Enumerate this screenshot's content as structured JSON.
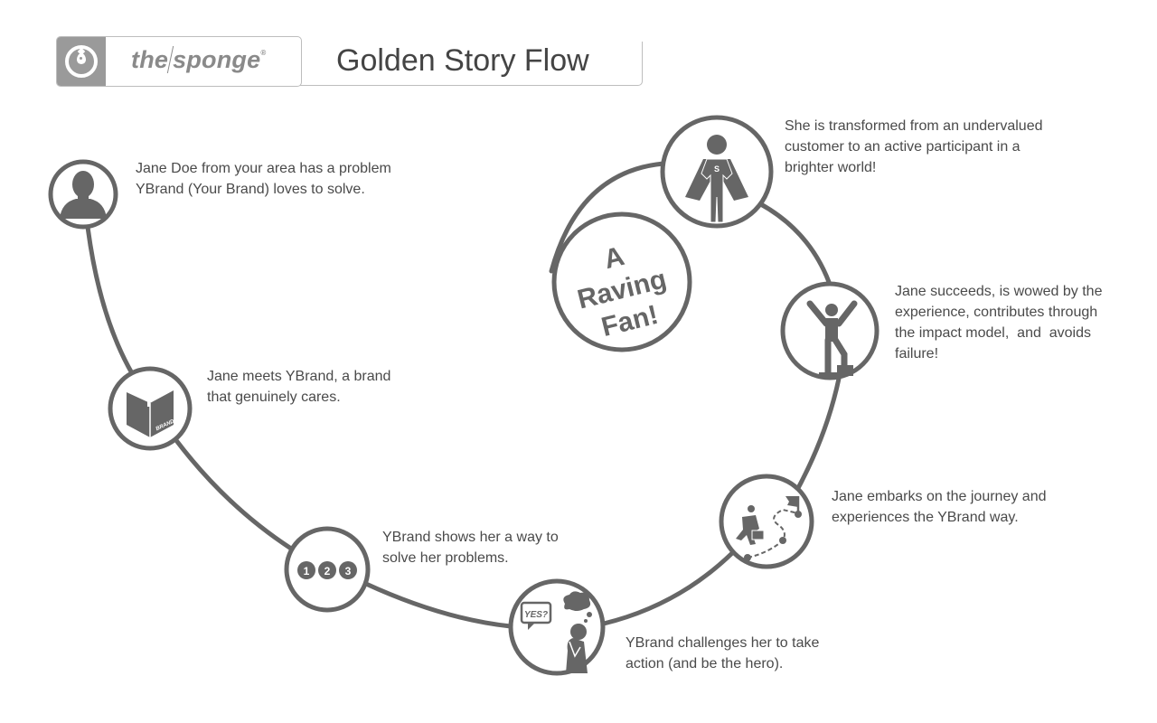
{
  "header": {
    "logo_text_left": "the",
    "logo_text_right": "sponge",
    "logo_registered": "®",
    "title": "Golden Story Flow"
  },
  "colors": {
    "stroke": "#666666",
    "icon": "#666666",
    "text": "#4a4a4a",
    "logo_gray": "#9a9a9a"
  },
  "steps": [
    {
      "id": 1,
      "icon": "person-icon",
      "caption_lines": [
        "Jane Doe from your area has a problem",
        "YBrand (Your Brand) loves to solve."
      ]
    },
    {
      "id": 2,
      "icon": "brand-book-icon",
      "icon_label": "BRAND",
      "caption_lines": [
        "Jane meets YBrand, a brand",
        "that genuinely cares."
      ]
    },
    {
      "id": 3,
      "icon": "numbered-steps-icon",
      "numbers": [
        "1",
        "2",
        "3"
      ],
      "caption_lines": [
        "YBrand shows her a way to",
        "solve her problems."
      ]
    },
    {
      "id": 4,
      "icon": "thinking-woman-icon",
      "icon_label": "YES?",
      "caption_lines": [
        "YBrand challenges her to take",
        "action (and be the hero)."
      ]
    },
    {
      "id": 5,
      "icon": "journey-path-icon",
      "caption_lines": [
        "Jane embarks on the journey and",
        "experiences the YBrand way."
      ]
    },
    {
      "id": 6,
      "icon": "celebrating-person-icon",
      "caption_lines": [
        "Jane succeeds, is wowed by the",
        "experience, contributes through",
        "the impact model,  and  avoids",
        "failure!"
      ]
    },
    {
      "id": 7,
      "icon": "superhero-icon",
      "icon_label": "S",
      "caption_lines": [
        "She is transformed from an undervalued",
        "customer to an active participant in a",
        "brighter world!"
      ]
    }
  ],
  "goal": {
    "lines": [
      "A",
      "Raving",
      "Fan!"
    ]
  }
}
